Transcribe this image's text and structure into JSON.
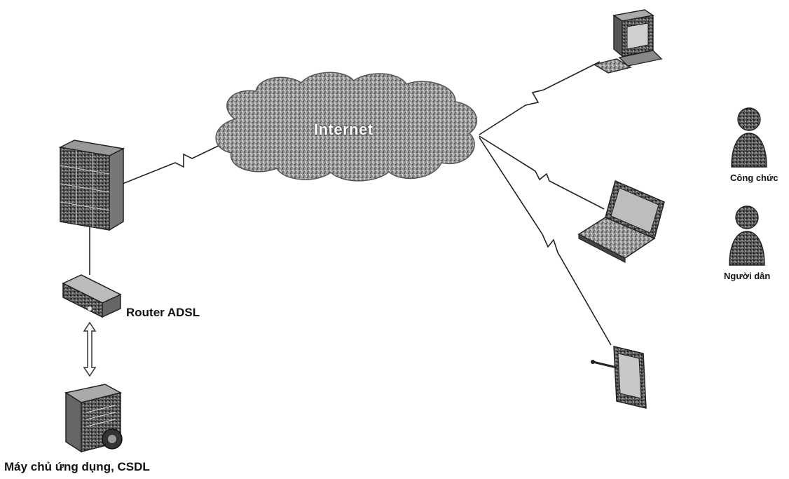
{
  "diagram": {
    "cloud_label": "Internet",
    "router_label": "Router ADSL",
    "server_label": "Máy chủ ứng dụng, CSDL"
  },
  "legend": {
    "items": [
      {
        "label": "Công chức",
        "icon": "user-icon"
      },
      {
        "label": "Người dân",
        "icon": "user-icon"
      }
    ]
  },
  "colors": {
    "device_dark": "#3a3a3a",
    "device_mid": "#8a8a8a",
    "line": "#222222"
  }
}
